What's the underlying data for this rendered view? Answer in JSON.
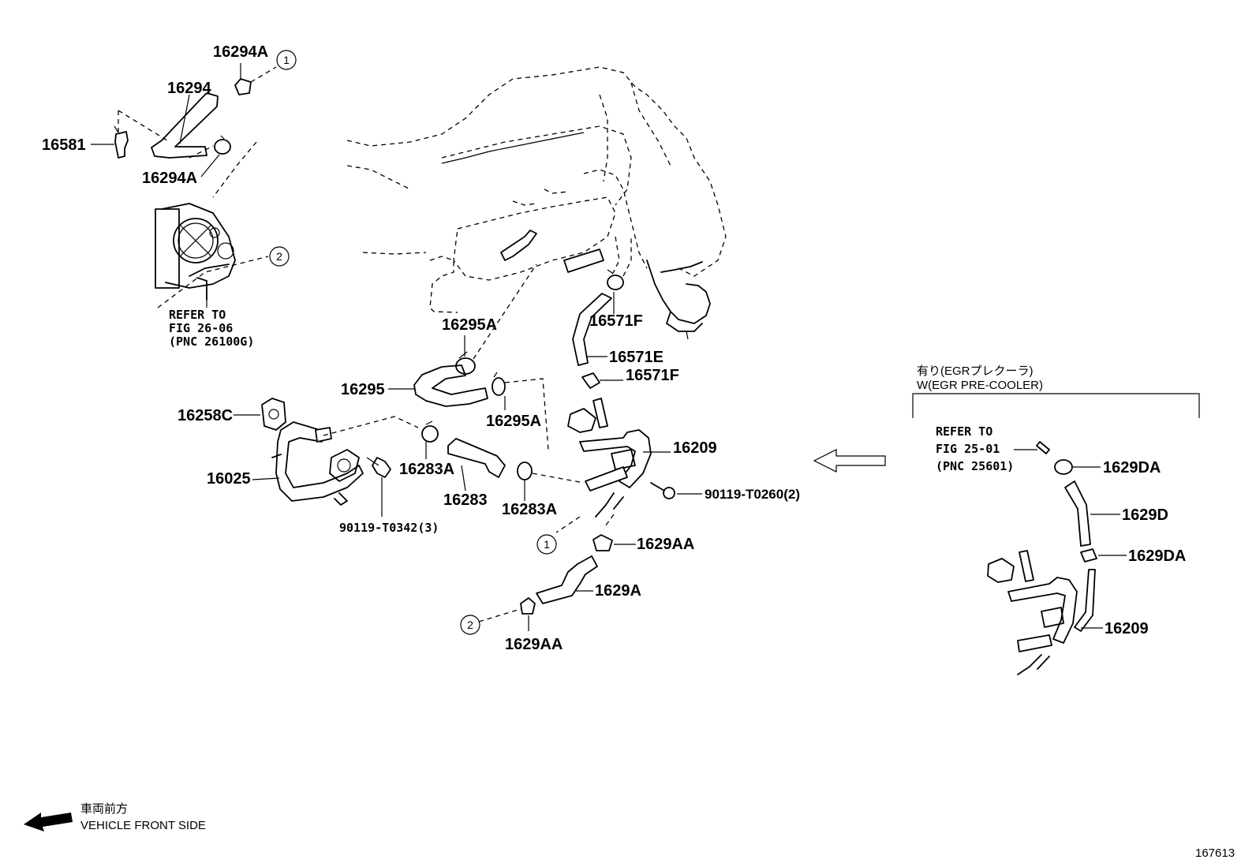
{
  "labels": {
    "p16294A_top": "16294A",
    "p16294": "16294",
    "p16581": "16581",
    "p16294A_bot": "16294A",
    "ref1_line1": "REFER TO",
    "ref1_line2": "FIG 26-06",
    "ref1_line3": "(PNC 26100G)",
    "p16295A_top": "16295A",
    "p16295": "16295",
    "p16295A_bot": "16295A",
    "p16571F_top": "16571F",
    "p16571E": "16571E",
    "p16571F_bot": "16571F",
    "p16258C": "16258C",
    "p16025": "16025",
    "bolt_0342": "90119-T0342(3)",
    "p16283A_left": "16283A",
    "p16283": "16283",
    "p16283A_right": "16283A",
    "p16209": "16209",
    "bolt_0260": "90119-T0260(2)",
    "p1629AA_top": "1629AA",
    "p1629A": "1629A",
    "p1629AA_bot": "1629AA",
    "callout1": "1",
    "callout2": "2",
    "callout1b": "1",
    "callout2b": "2"
  },
  "egr_inset": {
    "header_jp": "有り(EGRプレクーラ)",
    "header_en": "W(EGR PRE-COOLER)",
    "ref_line1": "REFER TO",
    "ref_line2": "FIG 25-01",
    "ref_line3": "(PNC 25601)",
    "p1629DA_top": "1629DA",
    "p1629D": "1629D",
    "p1629DA_bot": "1629DA",
    "p16209": "16209"
  },
  "footer": {
    "direction_jp": "車両前方",
    "direction_en": "VEHICLE FRONT SIDE",
    "figure_number": "167613"
  },
  "icons": [
    "front-direction-arrow-icon",
    "reference-arrow-icon"
  ]
}
